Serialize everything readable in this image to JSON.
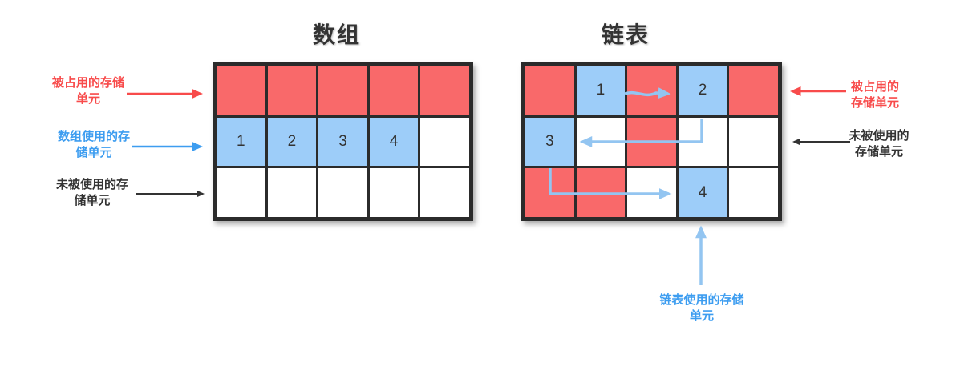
{
  "colors": {
    "page_bg": "#ffffff",
    "occupied": "#f9696a",
    "used": "#9dcdf9",
    "free": "#ffffff",
    "grid_border": "#2b2b2b",
    "connector": "#93c5f1",
    "label_red": "#f84b4b",
    "label_blue": "#3d9df0",
    "label_dark": "#333333",
    "title": "#333333"
  },
  "array_panel": {
    "title": "数组",
    "labels": {
      "occupied": "被占用的存储\n单元",
      "used": "数组使用的存\n储单元",
      "free": "未被使用的存\n储单元"
    },
    "grid": [
      [
        "R",
        "R",
        "R",
        "R",
        "R"
      ],
      [
        "U1",
        "U2",
        "U3",
        "U4",
        "W"
      ],
      [
        "W",
        "W",
        "W",
        "W",
        "W"
      ]
    ]
  },
  "list_panel": {
    "title": "链表",
    "labels": {
      "occupied": "被占用的\n存储单元",
      "free": "未被使用的\n存储单元",
      "used": "链表使用的存储\n单元"
    },
    "grid": [
      [
        "R",
        "U1",
        "R",
        "U2",
        "R"
      ],
      [
        "U3",
        "W",
        "R",
        "W",
        "W"
      ],
      [
        "R",
        "R",
        "W",
        "U4",
        "W"
      ]
    ]
  },
  "cell_legend": {
    "R": "occupied storage cell",
    "U": "cell used by array/linked-list (numbered node)",
    "W": "unused storage cell"
  }
}
